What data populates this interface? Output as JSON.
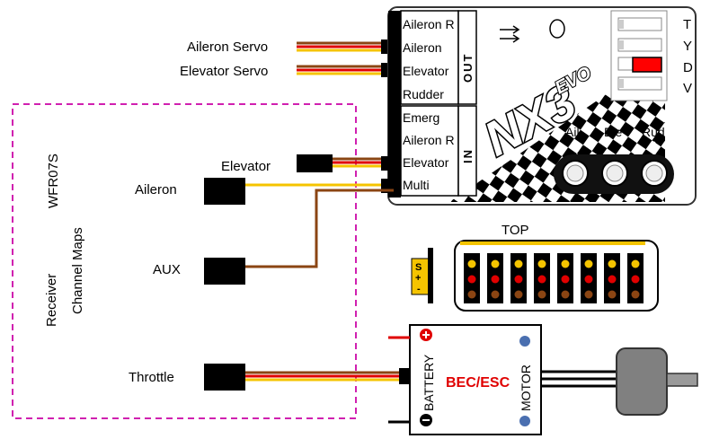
{
  "colors": {
    "signal": "#f5c400",
    "power": "#e00000",
    "ground": "#8b4513",
    "dashed_box": "#d020b0",
    "plug": "#000000",
    "switch_on": "#ff0000"
  },
  "servo_leads": [
    {
      "label": "Aileron Servo"
    },
    {
      "label": "Elevator Servo"
    }
  ],
  "receiver": {
    "title_line1": "Receiver",
    "title_line2": "Channel Maps",
    "model": "WFR07S",
    "channels": {
      "elevator": "Elevator",
      "aileron": "Aileron",
      "aux": "AUX",
      "throttle": "Throttle"
    }
  },
  "nx3": {
    "brand_main": "NX3",
    "brand_sub": "EVO",
    "out_label": "OUT",
    "in_label": "IN",
    "out_pins": [
      "Aileron R",
      "Aileron",
      "Elevator",
      "Rudder"
    ],
    "in_pins": [
      "Emerg",
      "Aileron R",
      "Elevator",
      "Multi"
    ],
    "switch_letters": [
      "T",
      "Y",
      "D",
      "V"
    ],
    "knobs": [
      {
        "label": "Ail",
        "value": "0"
      },
      {
        "label": "Ele",
        "value": "0"
      },
      {
        "label": "Rud",
        "value": "0"
      }
    ]
  },
  "header_block": {
    "top_label": "TOP",
    "legend": [
      "S",
      "+",
      "-"
    ]
  },
  "esc": {
    "label": "BEC/ESC",
    "battery_label": "BATTERY",
    "motor_label": "MOTOR"
  }
}
